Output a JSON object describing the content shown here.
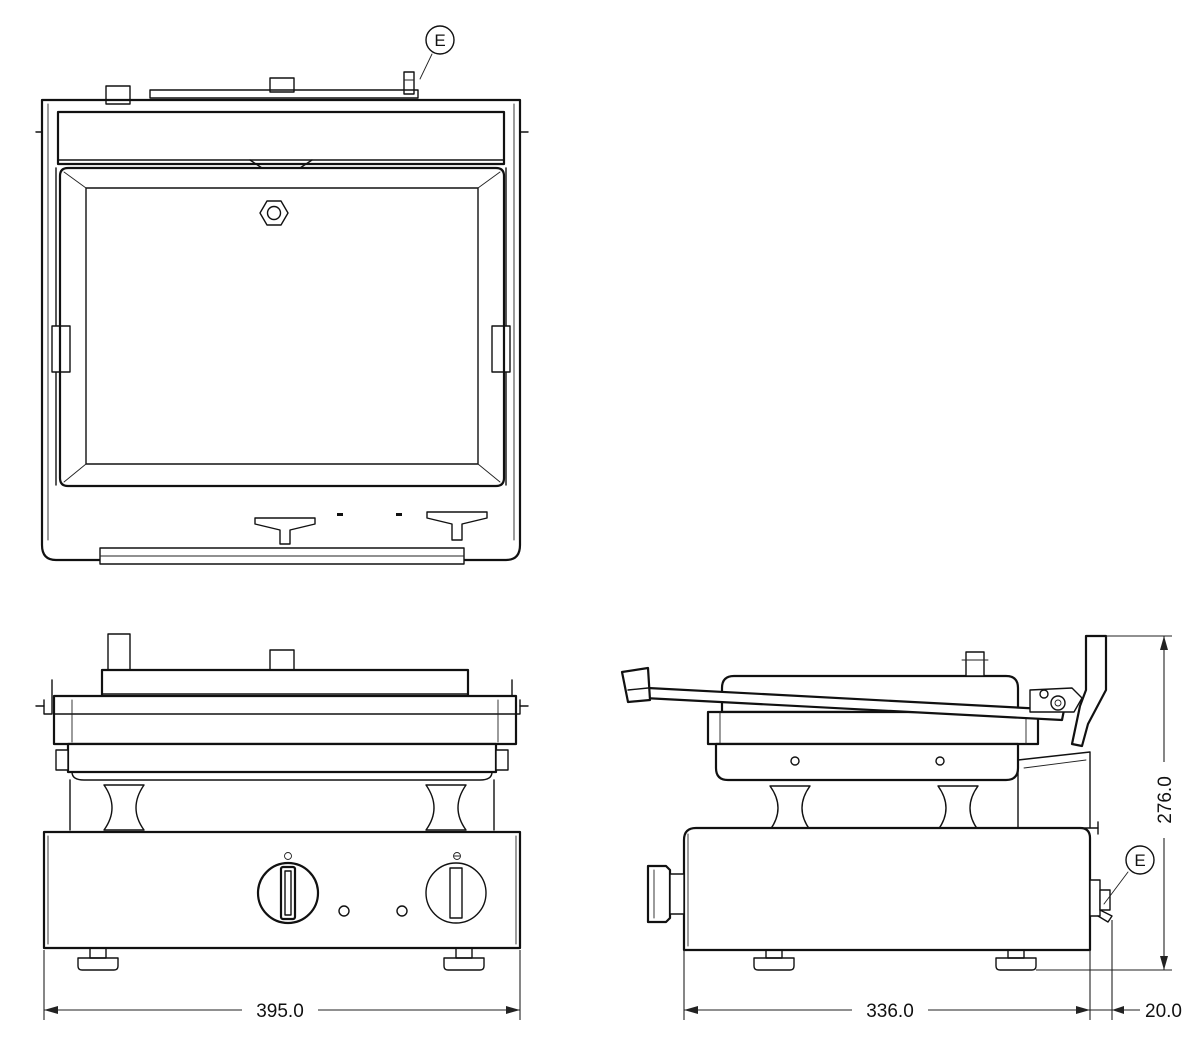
{
  "drawing": {
    "callouts": {
      "top_view": "E",
      "side_view": "E"
    },
    "dimensions": {
      "front_width": "395.0",
      "side_depth": "336.0",
      "side_offset": "20.0",
      "side_height": "276.0"
    }
  }
}
